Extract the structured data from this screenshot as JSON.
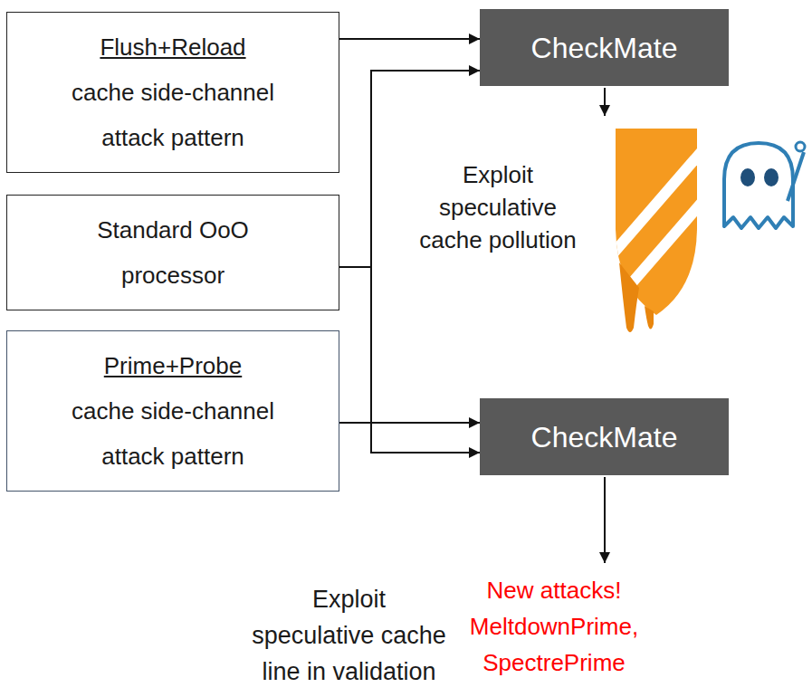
{
  "diagram": {
    "nodes": [
      {
        "text": [
          "Flush+Reload",
          "cache side-channel attack pattern"
        ]
      },
      {
        "text": [
          "CheckMate"
        ]
      },
      {
        "text": [
          "Standard OoO processor"
        ]
      },
      {
        "text": [
          "Prime+Probe",
          "cache side-channel attack pattern"
        ]
      },
      {
        "text": [
          "CheckMate"
        ]
      }
    ],
    "edges": [
      {
        "from": 0,
        "to": 1,
        "arrow": "to"
      },
      {
        "from": 2,
        "to": 1,
        "arrow": "to"
      },
      {
        "from": 2,
        "to": 4,
        "arrow": "to"
      },
      {
        "from": 3,
        "to": 4,
        "arrow": "to"
      }
    ],
    "labels": [
      "Exploit speculative cache pollution",
      "Exploit speculative cache line in validation",
      "New attacks! MeltdownPrime, SpectrePrime"
    ]
  }
}
